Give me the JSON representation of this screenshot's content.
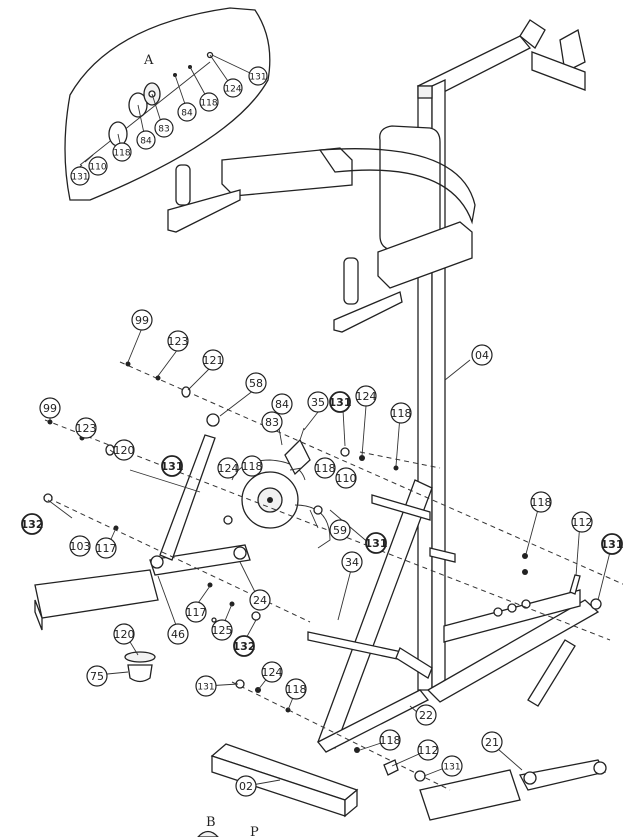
{
  "detail_labels": {
    "a": "A",
    "b": "B",
    "p": "P"
  },
  "callouts": {
    "c131_a": "131",
    "c124_a": "124",
    "c118_a": "118",
    "c84_a": "84",
    "c83_a": "83",
    "c84_b": "84",
    "c118_b": "118",
    "c110_a": "110",
    "c131_b": "131",
    "c99_a": "99",
    "c123_a": "123",
    "c121": "121",
    "c58": "58",
    "c99_b": "99",
    "c123_b": "123",
    "c120_a": "120",
    "c84_c": "84",
    "c35": "35",
    "c83_b": "83",
    "c131_c": "131",
    "c124_b": "124",
    "c118_c": "118",
    "c04": "04",
    "c131_d": "131",
    "c124_c": "124",
    "c118_d": "118",
    "c118_e": "118",
    "c110_b": "110",
    "c59": "59",
    "c131_e": "131",
    "c132_a": "132",
    "c103": "103",
    "c117_a": "117",
    "c118_f": "118",
    "c112_a": "112",
    "c131_f": "131",
    "c34": "34",
    "c24": "24",
    "c46": "46",
    "c117_b": "117",
    "c125": "125",
    "c132_b": "132",
    "c120_b": "120",
    "c75": "75",
    "c131_g": "131",
    "c124_d": "124",
    "c118_g": "118",
    "c22": "22",
    "c118_h": "118",
    "c112_b": "112",
    "c131_h": "131",
    "c21": "21",
    "c02": "02"
  }
}
